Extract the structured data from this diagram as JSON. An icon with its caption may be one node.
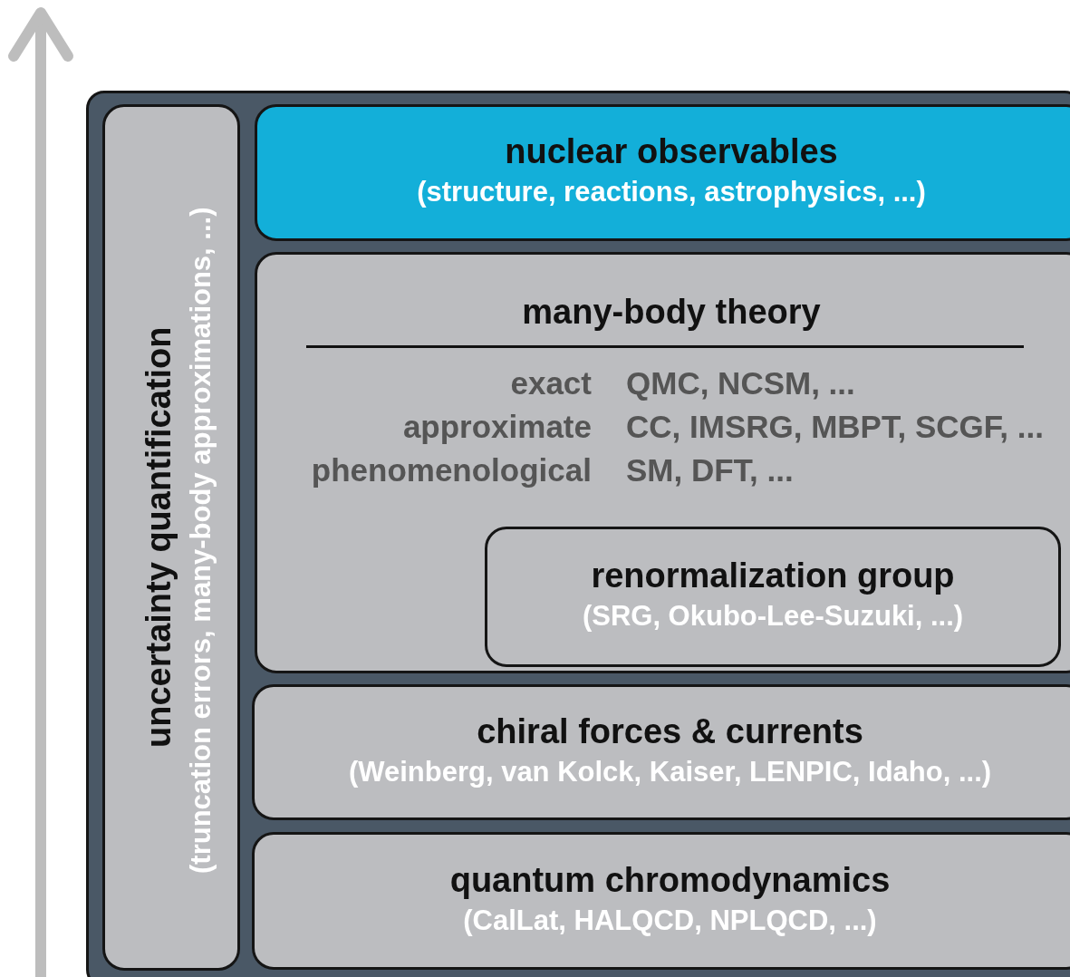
{
  "diagram": {
    "nodes": [
      {
        "text": [],
        "shape": "box"
      },
      {
        "text": [
          "uncertainty quantification",
          "(truncation errors, many-body approximations, ...)"
        ],
        "in": 0
      },
      {
        "text": [
          "nuclear observables",
          "(structure, reactions, astrophysics, ...)"
        ],
        "in": 0
      },
      {
        "text": [
          "many-body theory",
          "exact",
          "QMC, NCSM, ...",
          "approximate",
          "CC, IMSRG, MBPT, SCGF, ...",
          "phenomenological",
          "SM, DFT, ..."
        ],
        "in": 0
      },
      {
        "text": [
          "renormalization group",
          "(SRG, Okubo-Lee-Suzuki, ...)"
        ],
        "in": 3
      },
      {
        "text": [
          "chiral forces & currents",
          "(Weinberg, van Kolck, Kaiser, LENPIC, Idaho, ...)"
        ],
        "in": 0
      },
      {
        "text": [
          "quantum chromodynamics",
          "(CalLat, HALQCD, NPLQCD, ...)"
        ],
        "in": 0
      }
    ],
    "edges": []
  }
}
